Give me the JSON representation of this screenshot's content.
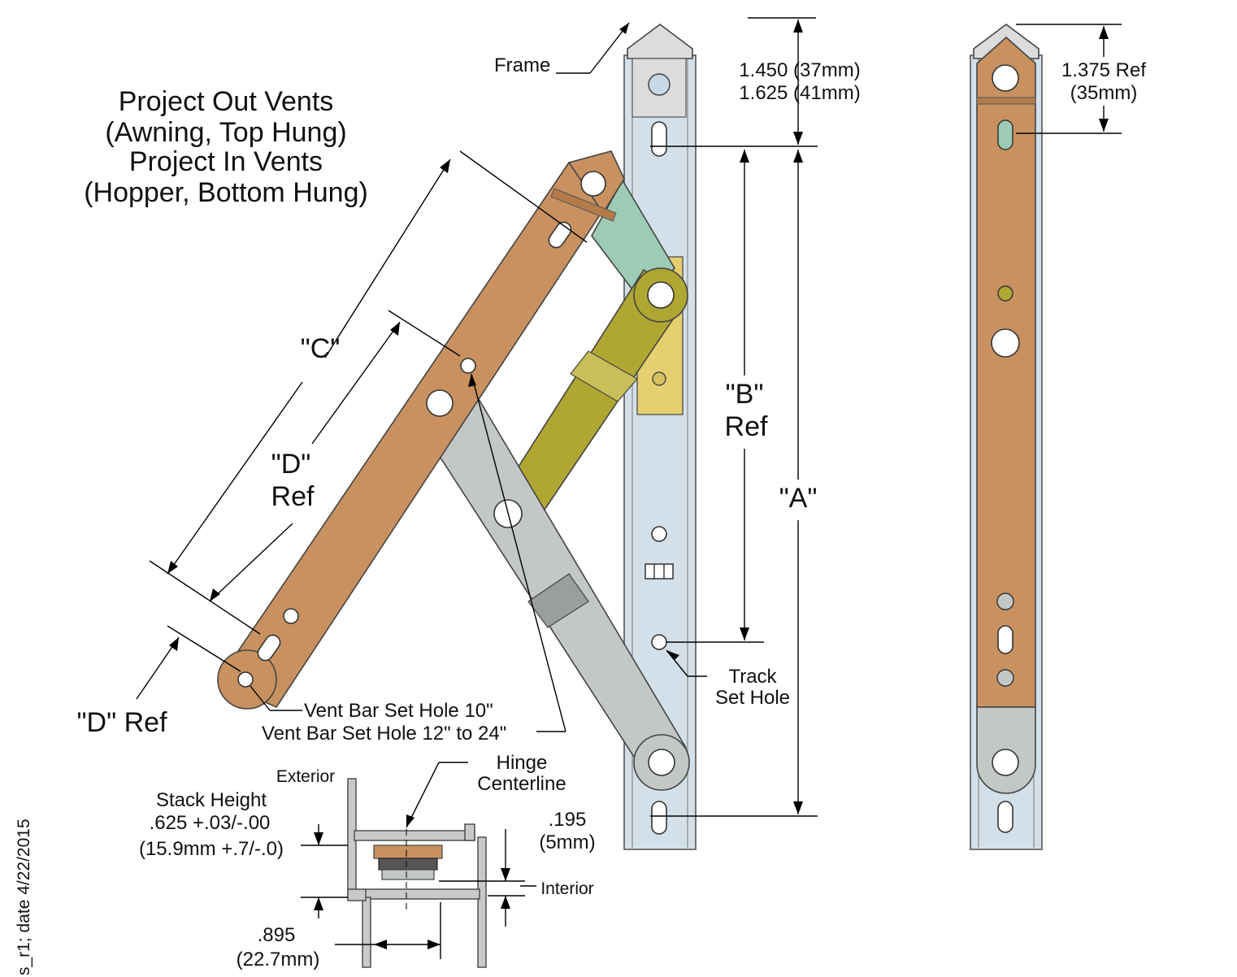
{
  "title_lines": [
    "Project Out Vents",
    "(Awning, Top Hung)",
    "Project In Vents",
    "(Hopper, Bottom Hung)"
  ],
  "labels": {
    "frame": "Frame",
    "dim_top_1": "1.450 (37mm)",
    "dim_top_2": "1.625 (41mm)",
    "dim_right_1": "1.375 Ref",
    "dim_right_2": "(35mm)",
    "dim_c": "\"C\"",
    "dim_d_1": "\"D\"",
    "dim_d_2": "Ref",
    "dim_b_1": "\"B\"",
    "dim_b_2": "Ref",
    "dim_a": "\"A\"",
    "dim_d_ref": "\"D\" Ref",
    "vent_hole_1": "Vent Bar Set Hole 10\"",
    "vent_hole_2": "Vent Bar Set Hole 12\" to 24\"",
    "track_1": "Track",
    "track_2": "Set Hole",
    "exterior": "Exterior",
    "hinge_1": "Hinge",
    "hinge_2": "Centerline",
    "stack_1": "Stack Height",
    "stack_2": ".625 +.03/-.00",
    "stack_3": "(15.9mm +.7/-.0)",
    "dim_195_1": ".195",
    "dim_195_2": "(5mm)",
    "interior": "Interior",
    "dim_895_1": ".895",
    "dim_895_2": "(22.7mm)",
    "margin_note": "s_r1; date 4/22/2015"
  },
  "colors": {
    "vent_bar": "#c8915f",
    "vent_bar_dark": "#b37a4a",
    "track": "#d3e0ea",
    "link_green": "#9dcbb5",
    "link_olive": "#b0a632",
    "link_gray": "#c3c8c6",
    "slider_gold": "#e6cf6e",
    "section_gray": "#c9c9c9"
  }
}
